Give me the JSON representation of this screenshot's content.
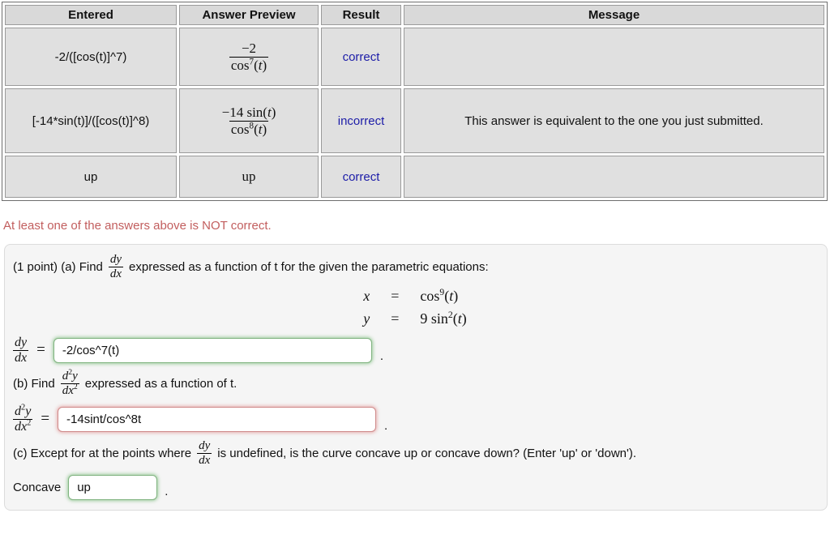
{
  "colors": {
    "correct_bg": "#99ff99",
    "incorrect_bg": "#cb9494",
    "warn_message_bg": "#e8d66d",
    "result_text": "#1c1ca8",
    "alert_text": "#c25e5e",
    "cell_bg": "#e0e0e0",
    "header_bg": "#d9d9d9",
    "input_ok_border": "#80b380",
    "input_bad_border": "#cf8a8a",
    "panel_bg": "#f5f5f5"
  },
  "results_table": {
    "headers": [
      "Entered",
      "Answer Preview",
      "Result",
      "Message"
    ],
    "rows": [
      {
        "entered": "-2/([cos(t)]^7)",
        "preview_num": [
          {
            "t": "−2",
            "s": "r"
          }
        ],
        "preview_den": [
          {
            "t": "cos",
            "s": "r"
          },
          {
            "t": "7",
            "s": "sup"
          },
          {
            "t": "(",
            "s": "r"
          },
          {
            "t": "t",
            "s": "i"
          },
          {
            "t": ")",
            "s": "r"
          }
        ],
        "result": "correct",
        "message": ""
      },
      {
        "entered": "[-14*sin(t)]/([cos(t)]^8)",
        "preview_num": [
          {
            "t": "−14 sin(",
            "s": "r"
          },
          {
            "t": "t",
            "s": "i"
          },
          {
            "t": ")",
            "s": "r"
          }
        ],
        "preview_den": [
          {
            "t": "cos",
            "s": "r"
          },
          {
            "t": "8",
            "s": "sup"
          },
          {
            "t": "(",
            "s": "r"
          },
          {
            "t": "t",
            "s": "i"
          },
          {
            "t": ")",
            "s": "r"
          }
        ],
        "result": "incorrect",
        "message": "This answer is equivalent to the one you just submitted."
      },
      {
        "entered": "up",
        "preview_text": "up",
        "result": "correct",
        "message": ""
      }
    ]
  },
  "status_message": "At least one of the answers above is NOT correct.",
  "problem": {
    "part_a_prefix": "(1 point) (a) Find",
    "part_a_suffix": "expressed as a function of t for the given the parametric equations:",
    "equations": [
      {
        "lhs": [
          {
            "t": "x",
            "s": "i"
          }
        ],
        "rel": "=",
        "rhs": [
          {
            "t": "cos",
            "s": "r"
          },
          {
            "t": "9",
            "s": "sup"
          },
          {
            "t": "(",
            "s": "r"
          },
          {
            "t": "t",
            "s": "i"
          },
          {
            "t": ")",
            "s": "r"
          }
        ]
      },
      {
        "lhs": [
          {
            "t": "y",
            "s": "i"
          }
        ],
        "rel": "=",
        "rhs": [
          {
            "t": "9 sin",
            "s": "r"
          },
          {
            "t": "2",
            "s": "sup"
          },
          {
            "t": "(",
            "s": "r"
          },
          {
            "t": "t",
            "s": "i"
          },
          {
            "t": ")",
            "s": "r"
          }
        ]
      }
    ],
    "dydx_num": [
      {
        "t": "dy",
        "s": "i"
      }
    ],
    "dydx_den": [
      {
        "t": "dx",
        "s": "i"
      }
    ],
    "d2ydx2_num": [
      {
        "t": "d",
        "s": "i"
      },
      {
        "t": "2",
        "s": "sup"
      },
      {
        "t": "y",
        "s": "i"
      }
    ],
    "d2ydx2_den": [
      {
        "t": "dx",
        "s": "i"
      },
      {
        "t": "2",
        "s": "sup"
      }
    ],
    "equals": "=",
    "period": ".",
    "answer_a": "-2/cos^7(t)",
    "answer_b": "-14sint/cos^8t",
    "answer_c": "up",
    "part_b_prefix": "(b) Find",
    "part_b_suffix": "expressed as a function of t.",
    "part_c_prefix": "(c) Except for at the points where",
    "part_c_suffix": "is undefined, is the curve concave up or concave down? (Enter 'up' or 'down').",
    "concave_label": "Concave"
  }
}
